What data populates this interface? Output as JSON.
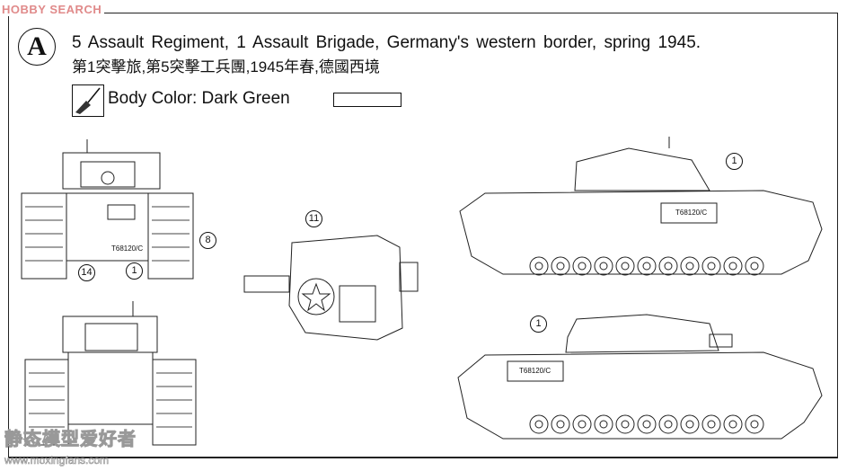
{
  "watermarks": {
    "top": "HOBBY SEARCH",
    "bottom_cn": "静态模型爱好者",
    "bottom_url": "www.moxingfans.com"
  },
  "scheme": {
    "letter": "A",
    "title_en": "5 Assault Regiment, 1 Assault Brigade, Germany's western border, spring 1945.",
    "title_zh": "第1突擊旅,第5突擊工兵團,1945年春,德國西境",
    "body_color_label": "Body Color: Dark  Green",
    "brush_icon": "paint-brush-icon"
  },
  "callouts": {
    "c1a": "1",
    "c1b": "1",
    "c1c": "1",
    "c8": "8",
    "c14": "14",
    "c11": "11"
  },
  "markings": {
    "serial": "T68120/C"
  }
}
